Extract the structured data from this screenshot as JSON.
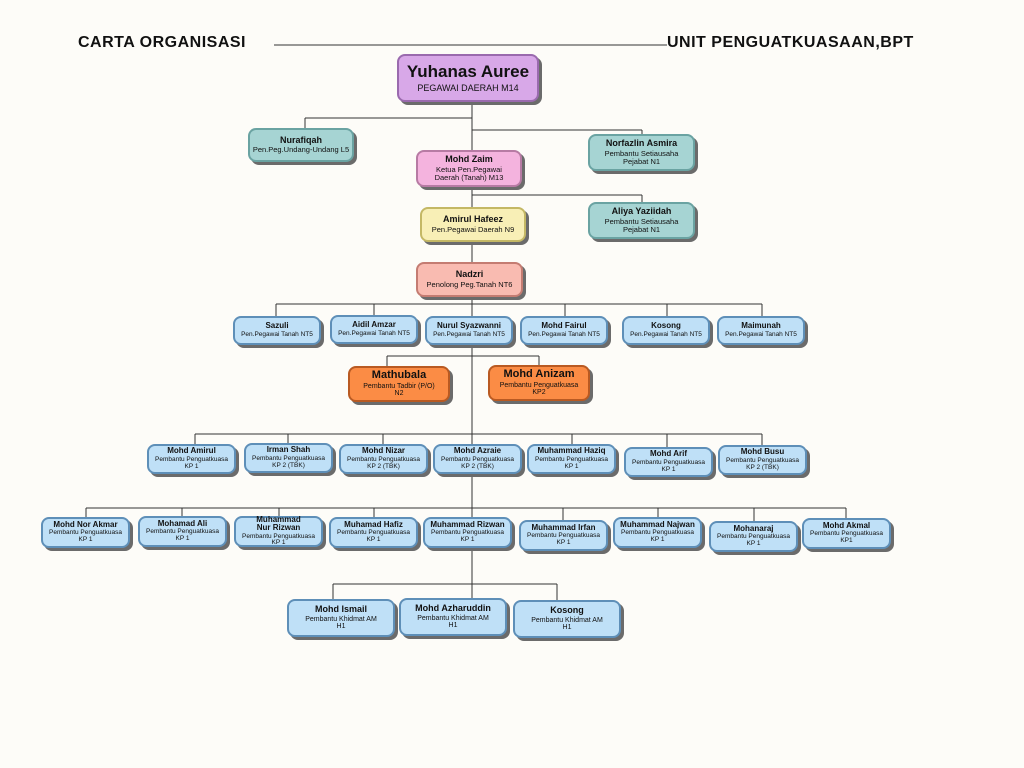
{
  "header": {
    "left_title": "CARTA ORGANISASI",
    "right_title": "UNIT PENGUATKUASAAN,BPT"
  },
  "top": {
    "name": "Yuhanas Auree",
    "position": "PEGAWAI DAERAH M14"
  },
  "level2": {
    "nurafiqah": {
      "name": "Nurafiqah",
      "position": "Pen.Peg.Undang-Undang L5"
    },
    "norfazlin": {
      "name": "Norfazlin Asmira",
      "position": "Pembantu Setiausaha",
      "grade": "Pejabat N1"
    },
    "zaim": {
      "name": "Mohd Zaim",
      "position": "Ketua Pen.Pegawai",
      "grade": "Daerah (Tanah) M13"
    },
    "aliya": {
      "name": "Aliya Yaziidah",
      "position": "Pembantu Setiausaha",
      "grade": "Pejabat N1"
    },
    "amirul": {
      "name": "Amirul Hafeez",
      "position": "Pen.Pegawai Daerah N9"
    },
    "nadzri": {
      "name": "Nadzri",
      "position": "Penolong Peg.Tanah NT6"
    }
  },
  "nt5_row": [
    {
      "name": "Sazuli",
      "position": "Pen.Pegawai Tanah NT5"
    },
    {
      "name": "Aidil Amzar",
      "position": "Pen.Pegawai Tanah NT5"
    },
    {
      "name": "Nurul Syazwanni",
      "position": "Pen.Pegawai Tanah NT5"
    },
    {
      "name": "Mohd Fairul",
      "position": "Pen.Pegawai Tanah NT5"
    },
    {
      "name": "Kosong",
      "position": "Pen.Pegawai Tanah NT5"
    },
    {
      "name": "Maimunah",
      "position": "Pen.Pegawai Tanah NT5"
    }
  ],
  "orange_row": [
    {
      "name": "Mathubala",
      "position": "Pembantu Tadbir (P/O)",
      "grade": "N2"
    },
    {
      "name": "Mohd Anizam",
      "position": "Pembantu Penguatkuasa",
      "grade": "KP2"
    }
  ],
  "kp_row1": [
    {
      "name": "Mohd Amirul",
      "position": "Pembantu Penguatkuasa",
      "grade": "KP 1"
    },
    {
      "name": "Irman Shah",
      "position": "Pembantu Penguatkuasa",
      "grade": "KP 2 (TBK)"
    },
    {
      "name": "Mohd Nizar",
      "position": "Pembantu Penguatkuasa",
      "grade": "KP 2 (TBK)"
    },
    {
      "name": "Mohd Azraie",
      "position": "Pembantu Penguatkuasa",
      "grade": "KP 2 (TBK)"
    },
    {
      "name": "Muhammad Haziq",
      "position": "Pembantu Penguatkuasa",
      "grade": "KP 1"
    },
    {
      "name": "Mohd Arif",
      "position": "Pembantu Penguatkuasa",
      "grade": "KP 1"
    },
    {
      "name": "Mohd Busu",
      "position": "Pembantu Penguatkuasa",
      "grade": "KP 2 (TBK)"
    }
  ],
  "kp_row2": [
    {
      "name": "Mohd Nor Akmar",
      "position": "Pembantu Penguatkuasa",
      "grade": "KP 1"
    },
    {
      "name": "Mohamad Ali",
      "position": "Pembantu Penguatkuasa",
      "grade": "KP 1"
    },
    {
      "name": "Muhammad Nur Rizwan",
      "position": "Pembantu Penguatkuasa",
      "grade": "KP 1"
    },
    {
      "name": "Muhamad Hafiz",
      "position": "Pembantu Penguatkuasa",
      "grade": "KP 1"
    },
    {
      "name": "Muhammad Rizwan",
      "position": "Pembantu Penguatkuasa",
      "grade": "KP 1"
    },
    {
      "name": "Muhammad Irfan",
      "position": "Pembantu Penguatkuasa",
      "grade": "KP 1"
    },
    {
      "name": "Muhammad Najwan",
      "position": "Pembantu Penguatkuasa",
      "grade": "KP 1"
    },
    {
      "name": "Mohanaraj",
      "position": "Pembantu Penguatkuasa",
      "grade": "KP 1"
    },
    {
      "name": "Mohd Akmal",
      "position": "Pembantu Penguatkuasa",
      "grade": "KP1"
    }
  ],
  "h1_row": [
    {
      "name": "Mohd Ismail",
      "position": "Pembantu Khidmat AM",
      "grade": "H1"
    },
    {
      "name": "Mohd Azharuddin",
      "position": "Pembantu Khidmat AM",
      "grade": "H1"
    },
    {
      "name": "Kosong",
      "position": "Pembantu Khidmat AM",
      "grade": "H1"
    }
  ]
}
